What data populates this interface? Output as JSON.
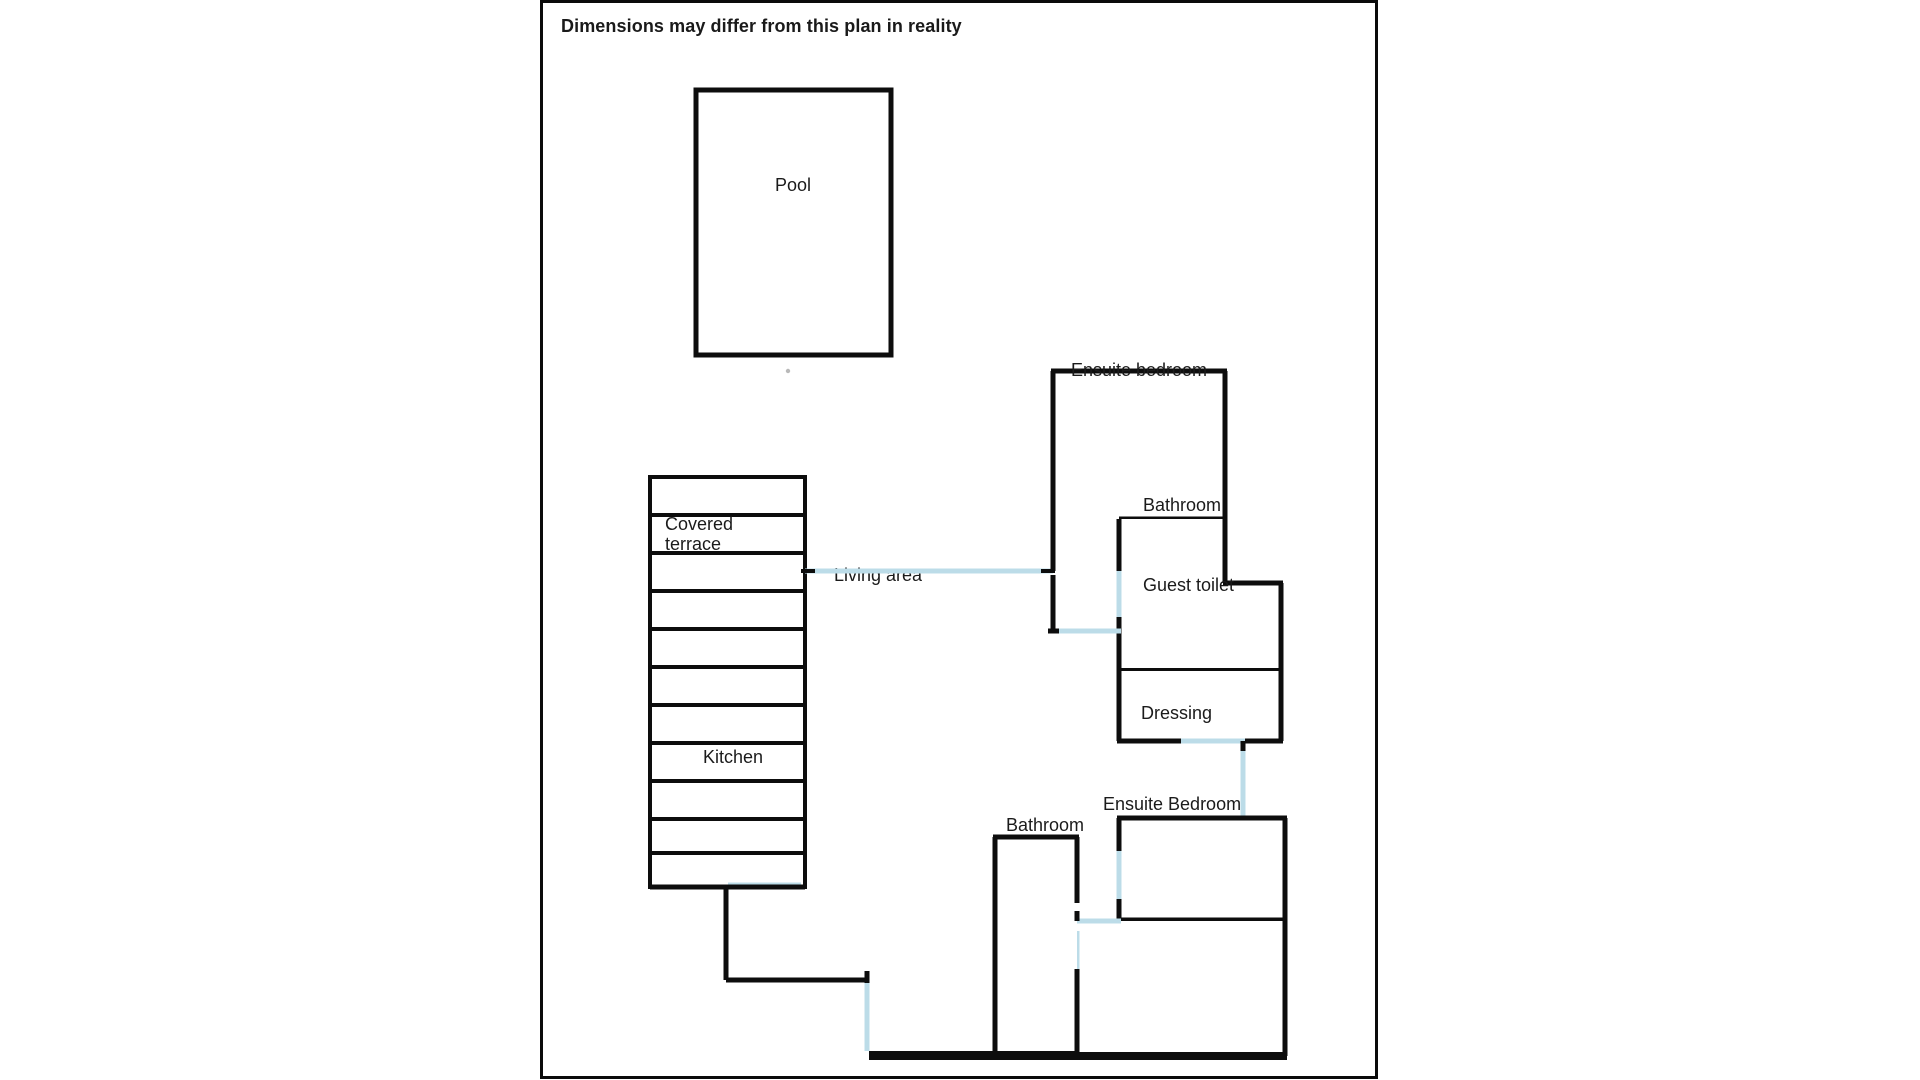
{
  "sheet": {
    "note": "Dimensions may differ from this plan in reality"
  },
  "rooms": [
    {
      "id": "pool",
      "label": "Pool"
    },
    {
      "id": "covered-terrace",
      "label_line1": "Covered",
      "label_line2": "terrace"
    },
    {
      "id": "living-area",
      "label": "Living area"
    },
    {
      "id": "kitchen",
      "label": "Kitchen"
    },
    {
      "id": "ensuite-bedroom-upper",
      "label": "Ensuite bedroom"
    },
    {
      "id": "bathroom-upper",
      "label": "Bathroom"
    },
    {
      "id": "guest-toilet",
      "label": "Guest toilet"
    },
    {
      "id": "dressing",
      "label": "Dressing"
    },
    {
      "id": "ensuite-bedroom-lower",
      "label": "Ensuite Bedroom"
    },
    {
      "id": "bathroom-lower",
      "label": "Bathroom"
    }
  ],
  "labels": {
    "pool": "Pool",
    "covered_terrace_line1": "Covered",
    "covered_terrace_line2": "terrace",
    "living_area": "Living area",
    "kitchen": "Kitchen",
    "ensuite_bedroom_upper": "Ensuite bedroom",
    "bathroom_upper": "Bathroom",
    "guest_toilet": "Guest toilet",
    "dressing": "Dressing",
    "ensuite_bedroom_lower": "Ensuite Bedroom",
    "bathroom_lower": "Bathroom"
  },
  "colors": {
    "wall": "#0d0d0d",
    "door": "#bcdce8",
    "background": "#ffffff",
    "text": "#1b1b1b",
    "sheet_border": "#0a0a0a"
  }
}
